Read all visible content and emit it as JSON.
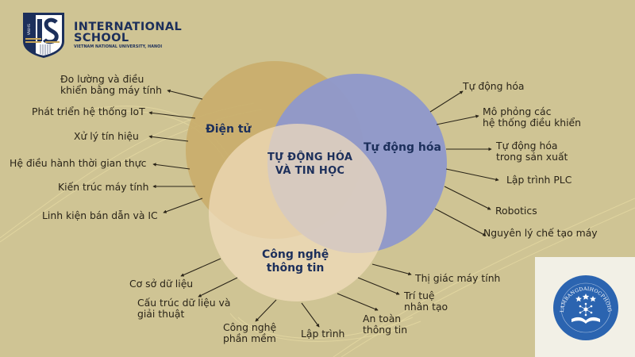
{
  "header": {
    "logo_line1": "INTERNATIONAL",
    "logo_line2": "SCHOOL",
    "logo_sub": "VIETNAM NATIONAL UNIVERSITY, HANOI",
    "shield_vertical_text": "VNU-IS"
  },
  "diagram": {
    "center_title_line1": "TỰ ĐỘNG HÓA",
    "center_title_line2": "VÀ TIN HỌC",
    "circles": [
      {
        "name": "Điện tử",
        "color": "#c9ad6a"
      },
      {
        "name": "Tự động hóa",
        "color": "#8e98cb"
      },
      {
        "name_line1": "Công nghệ",
        "name_line2": "thông tin",
        "color": "#efd8b0"
      }
    ],
    "electronics_items": [
      {
        "line1": "Đo lường và điều",
        "line2": "khiển bằng máy tính"
      },
      {
        "line1": "Phát triển hệ thống IoT"
      },
      {
        "line1": "Xử lý tín hiệu"
      },
      {
        "line1": "Hệ điều hành thời gian thực"
      },
      {
        "line1": "Kiến trúc máy tính"
      },
      {
        "line1": "Linh kiện bán dẫn và IC"
      }
    ],
    "automation_items": [
      {
        "line1": "Tự động hóa"
      },
      {
        "line1": "Mô phỏng các",
        "line2": "hệ thống điều khiển"
      },
      {
        "line1": "Tự động hóa",
        "line2": "trong sản xuất"
      },
      {
        "line1": "Lập trình PLC"
      },
      {
        "line1": "Robotics"
      },
      {
        "line1": "Nguyên lý chế tạo máy"
      }
    ],
    "it_items": [
      {
        "line1": "Cơ sở dữ liệu"
      },
      {
        "line1": "Cấu trúc dữ liệu và",
        "line2": "giải thuật"
      },
      {
        "line1": "Công nghệ",
        "line2": "phần mềm"
      },
      {
        "line1": "Lập trình"
      },
      {
        "line1": "An toàn",
        "line2": "thông tin"
      },
      {
        "line1": "Trí tuệ",
        "line2": "nhân tạo"
      },
      {
        "line1": "Thị giác máy tính"
      }
    ]
  },
  "watermark": {
    "badge_text": "LAMBANGDAIHOCPHOIGOC.COM"
  },
  "colors": {
    "background": "#cfc494",
    "title_navy": "#1c2f5b",
    "label_text": "#2a2418",
    "badge_blue": "#2b64b0"
  }
}
